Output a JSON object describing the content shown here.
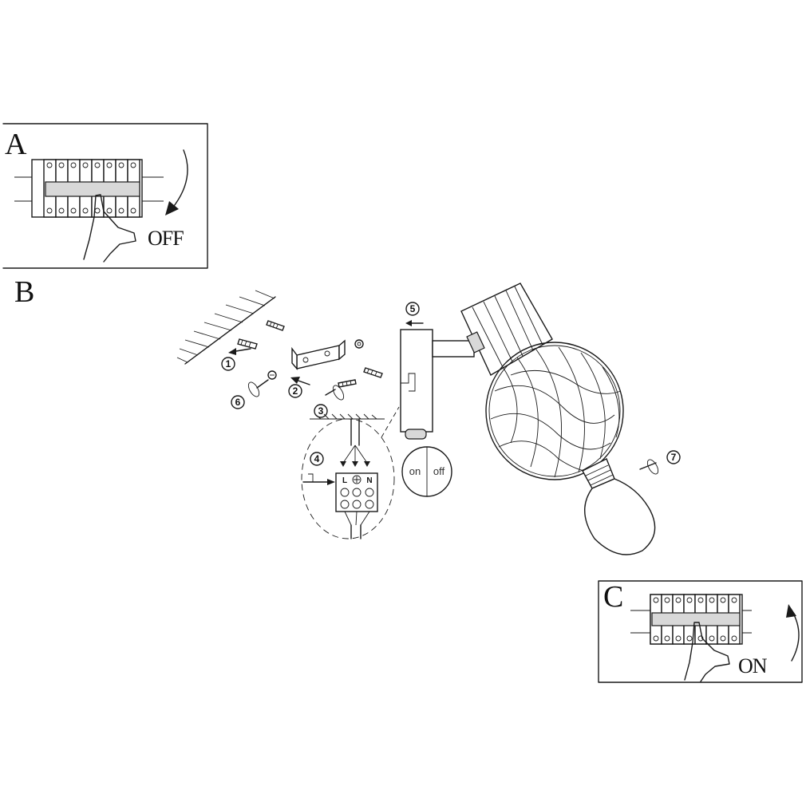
{
  "panel_a": {
    "letter": "A",
    "action": "OFF"
  },
  "section_b": {
    "letter": "B"
  },
  "panel_c": {
    "letter": "C",
    "action": "ON"
  },
  "steps": [
    "1",
    "2",
    "3",
    "4",
    "5",
    "6",
    "7"
  ],
  "switch": {
    "on_label": "on",
    "off_label": "off"
  },
  "terminal": {
    "live": "L",
    "neutral": "N"
  },
  "colors": {
    "line": "#1a1a1a",
    "background": "#ffffff"
  }
}
